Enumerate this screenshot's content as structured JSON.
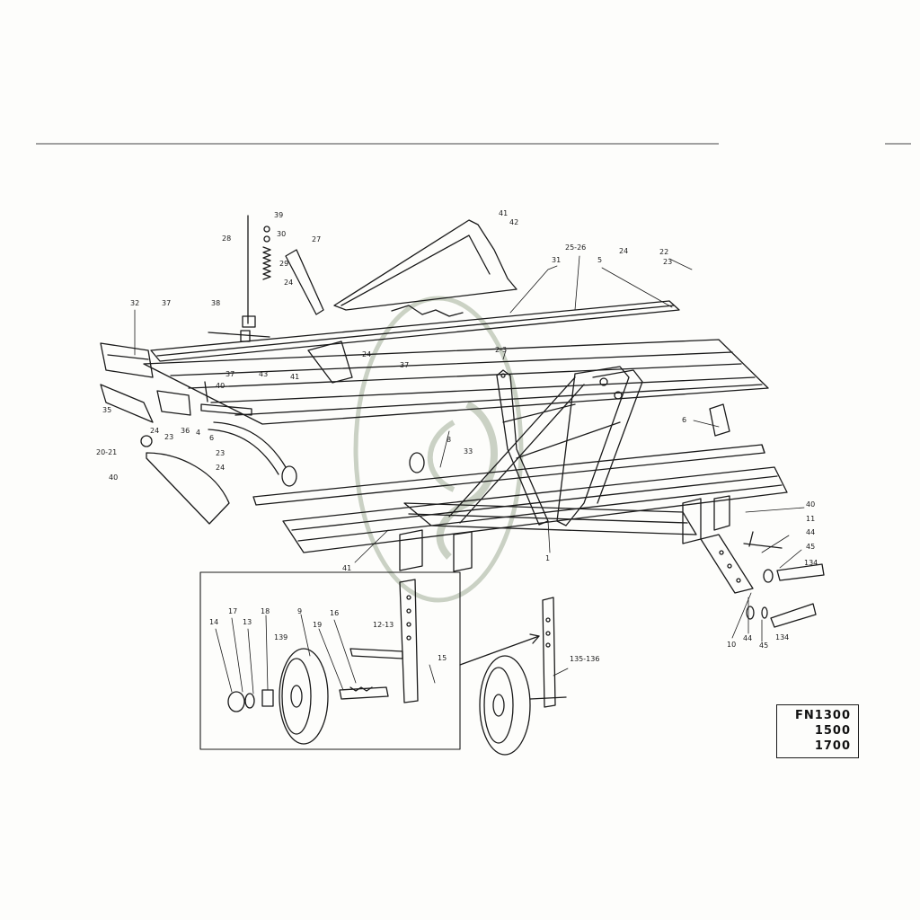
{
  "diagram": {
    "callouts": [
      {
        "id": "c-39",
        "text": "39"
      },
      {
        "id": "c-30",
        "text": "30"
      },
      {
        "id": "c-28",
        "text": "28"
      },
      {
        "id": "c-27",
        "text": "27"
      },
      {
        "id": "c-29",
        "text": "29"
      },
      {
        "id": "c-24a",
        "text": "24"
      },
      {
        "id": "c-41a",
        "text": "41"
      },
      {
        "id": "c-42",
        "text": "42"
      },
      {
        "id": "c-25-26",
        "text": "25-26"
      },
      {
        "id": "c-31",
        "text": "31"
      },
      {
        "id": "c-24b",
        "text": "24"
      },
      {
        "id": "c-22",
        "text": "22"
      },
      {
        "id": "c-5",
        "text": "5"
      },
      {
        "id": "c-23a",
        "text": "23"
      },
      {
        "id": "c-32",
        "text": "32"
      },
      {
        "id": "c-37a",
        "text": "37"
      },
      {
        "id": "c-38",
        "text": "38"
      },
      {
        "id": "c-2-3",
        "text": "2-3"
      },
      {
        "id": "c-24c",
        "text": "24"
      },
      {
        "id": "c-37b",
        "text": "37"
      },
      {
        "id": "c-37c",
        "text": "37"
      },
      {
        "id": "c-43",
        "text": "43"
      },
      {
        "id": "c-41b",
        "text": "41"
      },
      {
        "id": "c-40a",
        "text": "40"
      },
      {
        "id": "c-35",
        "text": "35"
      },
      {
        "id": "c-24d",
        "text": "24"
      },
      {
        "id": "c-23b",
        "text": "23"
      },
      {
        "id": "c-36",
        "text": "36"
      },
      {
        "id": "c-4",
        "text": "4"
      },
      {
        "id": "c-6a",
        "text": "6"
      },
      {
        "id": "c-6b",
        "text": "6"
      },
      {
        "id": "c-20-21",
        "text": "20-21"
      },
      {
        "id": "c-23c",
        "text": "23"
      },
      {
        "id": "c-24e",
        "text": "24"
      },
      {
        "id": "c-8",
        "text": "8"
      },
      {
        "id": "c-33",
        "text": "33"
      },
      {
        "id": "c-40b",
        "text": "40"
      },
      {
        "id": "c-40c",
        "text": "40"
      },
      {
        "id": "c-11",
        "text": "11"
      },
      {
        "id": "c-44a",
        "text": "44"
      },
      {
        "id": "c-45a",
        "text": "45"
      },
      {
        "id": "c-134a",
        "text": "134"
      },
      {
        "id": "c-1",
        "text": "1"
      },
      {
        "id": "c-41c",
        "text": "41"
      },
      {
        "id": "c-14",
        "text": "14"
      },
      {
        "id": "c-17",
        "text": "17"
      },
      {
        "id": "c-13",
        "text": "13"
      },
      {
        "id": "c-18",
        "text": "18"
      },
      {
        "id": "c-9",
        "text": "9"
      },
      {
        "id": "c-19",
        "text": "19"
      },
      {
        "id": "c-16",
        "text": "16"
      },
      {
        "id": "c-12-13",
        "text": "12-13"
      },
      {
        "id": "c-139",
        "text": "139"
      },
      {
        "id": "c-15",
        "text": "15"
      },
      {
        "id": "c-135-136",
        "text": "135-136"
      },
      {
        "id": "c-10",
        "text": "10"
      },
      {
        "id": "c-44b",
        "text": "44"
      },
      {
        "id": "c-45b",
        "text": "45"
      },
      {
        "id": "c-134b",
        "text": "134"
      }
    ]
  },
  "model_box": {
    "models": [
      "FN1300",
      "1500",
      "1700"
    ]
  },
  "colors": {
    "ink": "#1a1a1a",
    "watermark": "#b9c3b2",
    "paper": "#fdfdfb"
  }
}
